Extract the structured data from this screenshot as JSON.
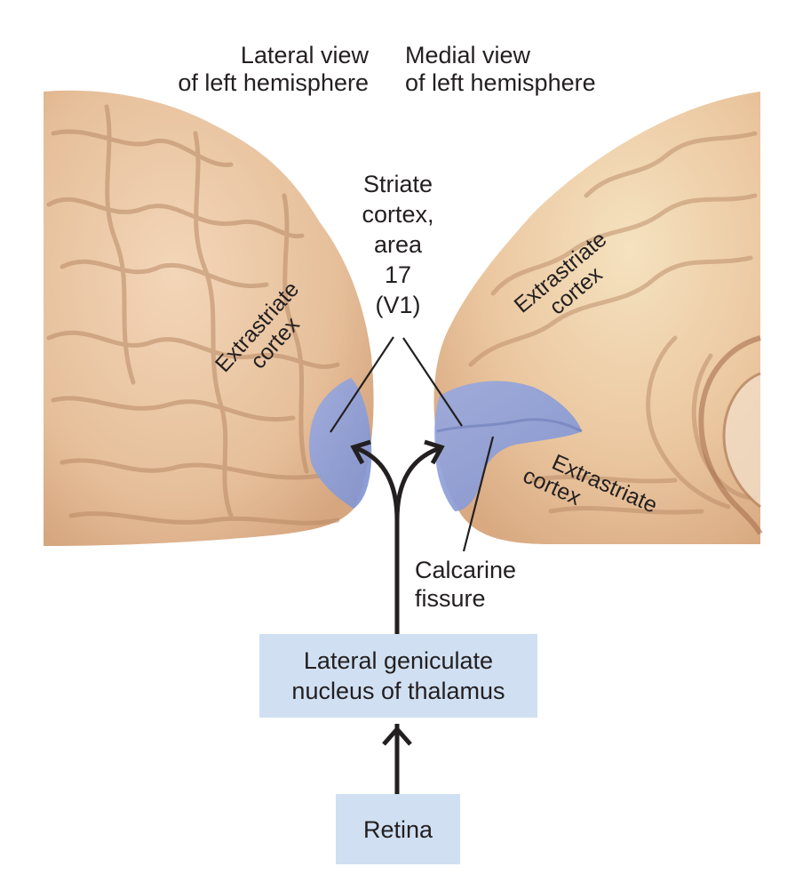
{
  "diagram": {
    "title_left": {
      "line1": "Lateral view",
      "line2": "of left hemisphere"
    },
    "title_right": {
      "line1": "Medial view",
      "line2": "of left hemisphere"
    },
    "striate_label": {
      "line1": "Striate",
      "line2": "cortex,",
      "line3": "area",
      "line4": "17",
      "line5": "(V1)"
    },
    "extrastriate_lateral": {
      "line1": "Extrastriate",
      "line2": "cortex"
    },
    "extrastriate_medial_upper": {
      "line1": "Extrastriate",
      "line2": "cortex"
    },
    "extrastriate_medial_lower": {
      "line1": "Extrastriate",
      "line2": "cortex"
    },
    "calcarine_label": {
      "line1": "Calcarine",
      "line2": "fissure"
    },
    "lgn_box": {
      "line1": "Lateral geniculate",
      "line2": "nucleus of thalamus"
    },
    "retina_box": {
      "label": "Retina"
    },
    "colors": {
      "brain": "#e8c4a0",
      "brain_shadow": "#b98a66",
      "striate_blue": "#8fa0d8",
      "box_fill": "#d0e0f2",
      "text": "#231f20",
      "arrow": "#231f20"
    }
  }
}
